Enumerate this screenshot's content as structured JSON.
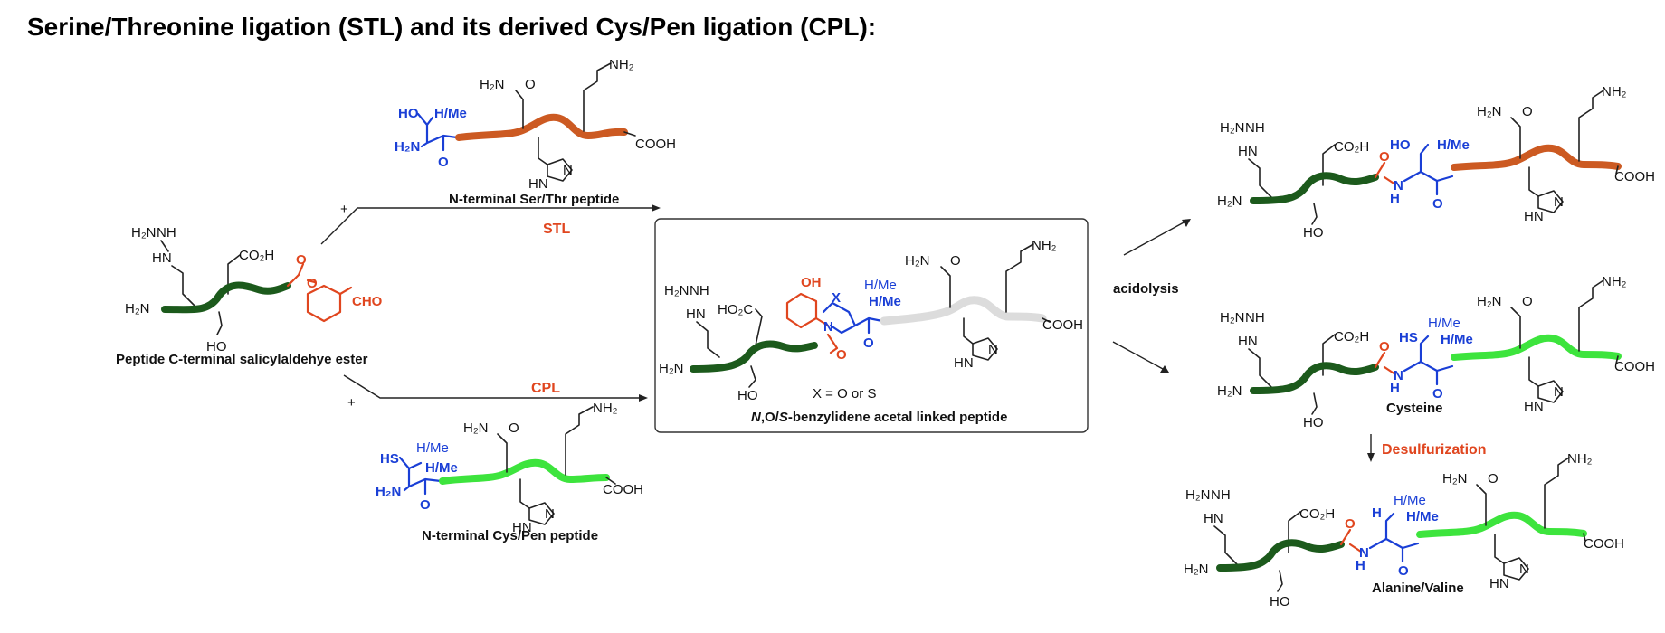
{
  "title": "Serine/Threonine ligation (STL) and its derived Cys/Pen ligation (CPL):",
  "colors": {
    "dark_green": "#1c5a1c",
    "light_green": "#3de43d",
    "orange": "#cc5a22",
    "grey": "#dcdcdc",
    "blue": "#1a3fd6",
    "red": "#e0461f"
  },
  "labels": {
    "start": "Peptide C-terminal salicylaldehye ester",
    "ser_thr": "N-terminal Ser/Thr peptide",
    "cys_pen": "N-terminal Cys/Pen peptide",
    "intermediate_prefix": "N",
    "intermediate_mid": ",O/",
    "intermediate_s": "S",
    "intermediate_suffix": "-benzylidene acetal linked peptide",
    "x_def": "X = O or S",
    "cysteine": "Cysteine",
    "ala_val": "Alanine/Valine"
  },
  "arrows": {
    "stl": "STL",
    "cpl": "CPL",
    "plus": "+",
    "acidolysis": "acidolysis",
    "desulfurization": "Desulfurization"
  },
  "atoms": {
    "nh2": "H₂N",
    "nh2r": "NH₂",
    "nh": "NH",
    "hn": "HN",
    "h2n_o": "H₂N",
    "o": "O",
    "n": "N",
    "h": "H",
    "cooh": "COOH",
    "co2h": "CO₂H",
    "ho2c": "HO₂C",
    "ho": "HO",
    "oh": "OH",
    "cho": "CHO",
    "hs": "HS",
    "x": "X",
    "hme": "H/Me",
    "hme_dash": "H/Me"
  }
}
